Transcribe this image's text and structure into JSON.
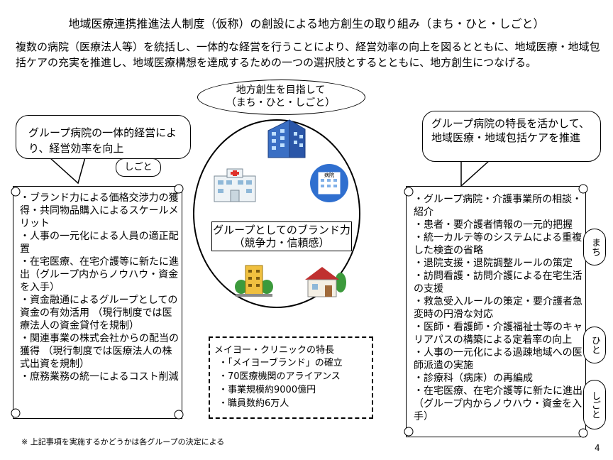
{
  "title": "地域医療連携推進法人制度（仮称）の創設による地方創生の取り組み（まち・ひと・しごと）",
  "intro": "複数の病院（医療法人等）を統括し、一体的な経営を行うことにより、経営効率の向上を図るとともに、地域医療・地域包括ケアの充実を推進し、地域医療構想を達成するための一つの選択肢とするとともに、地方創生につなげる。",
  "top_bubble": {
    "line1": "地方創生を目指して",
    "line2": "（まち・ひと・しごと）"
  },
  "left_bubble": "グループ病院の一体的経営により、経営効率を向上",
  "left_pill": "しごと",
  "right_bubble": "グループ病院の特長を活かして、地域医療・地域包括ケアを推進",
  "center": {
    "line1": "グループとしてのブランド力",
    "line2": "（競争力・信頼感）",
    "hospital_sign": "病院"
  },
  "left_items": [
    "・ブランド力による価格交渉力の獲得・共同物品購入によるスケールメリット",
    "・人事の一元化による人員の適正配置",
    "・在宅医療、在宅介護等に新たに進出（グループ内からノウハウ・資金を入手）",
    "・資金融通によるグループとしての資金の有効活用 （現行制度では医療法人の資金貸付を規制）",
    "・関連事業の株式会社からの配当の獲得 （現行制度では医療法人の株式出資を規制）",
    "・庶務業務の統一によるコスト削減"
  ],
  "right_items": [
    "・グループ病院・介護事業所の相談・紹介",
    "・患者・要介護者情報の一元的把握",
    "・統一カルテ等のシステムによる重複した検査の省略",
    "・退院支援・退院調整ルールの策定",
    "・訪問看護・訪問介護による在宅生活の支援",
    "・救急受入ルールの策定・要介護者急変時の円滑な対応",
    "・医師・看護師・介護福祉士等のキャリアパスの構築による定着率の向上",
    "・人事の一元化による過疎地域への医師派遣の実施",
    "・診療科（病床）の再編成",
    "・在宅医療、在宅介護等に新たに進出（グループ内からノウハウ・資金を入手）"
  ],
  "right_pills": {
    "p1": "まち",
    "p2": "ひと",
    "p3": "しごと"
  },
  "mayo": {
    "title": "メイヨー・クリニックの特長",
    "items": [
      "・「メイヨーブランド」の確立",
      "・70医療機関のアライアンス",
      "・事業規模約9000億円",
      "・職員数約6万人"
    ]
  },
  "note": "※ 上記事項を実施するかどうかは各グループの決定による",
  "page_number": "4"
}
